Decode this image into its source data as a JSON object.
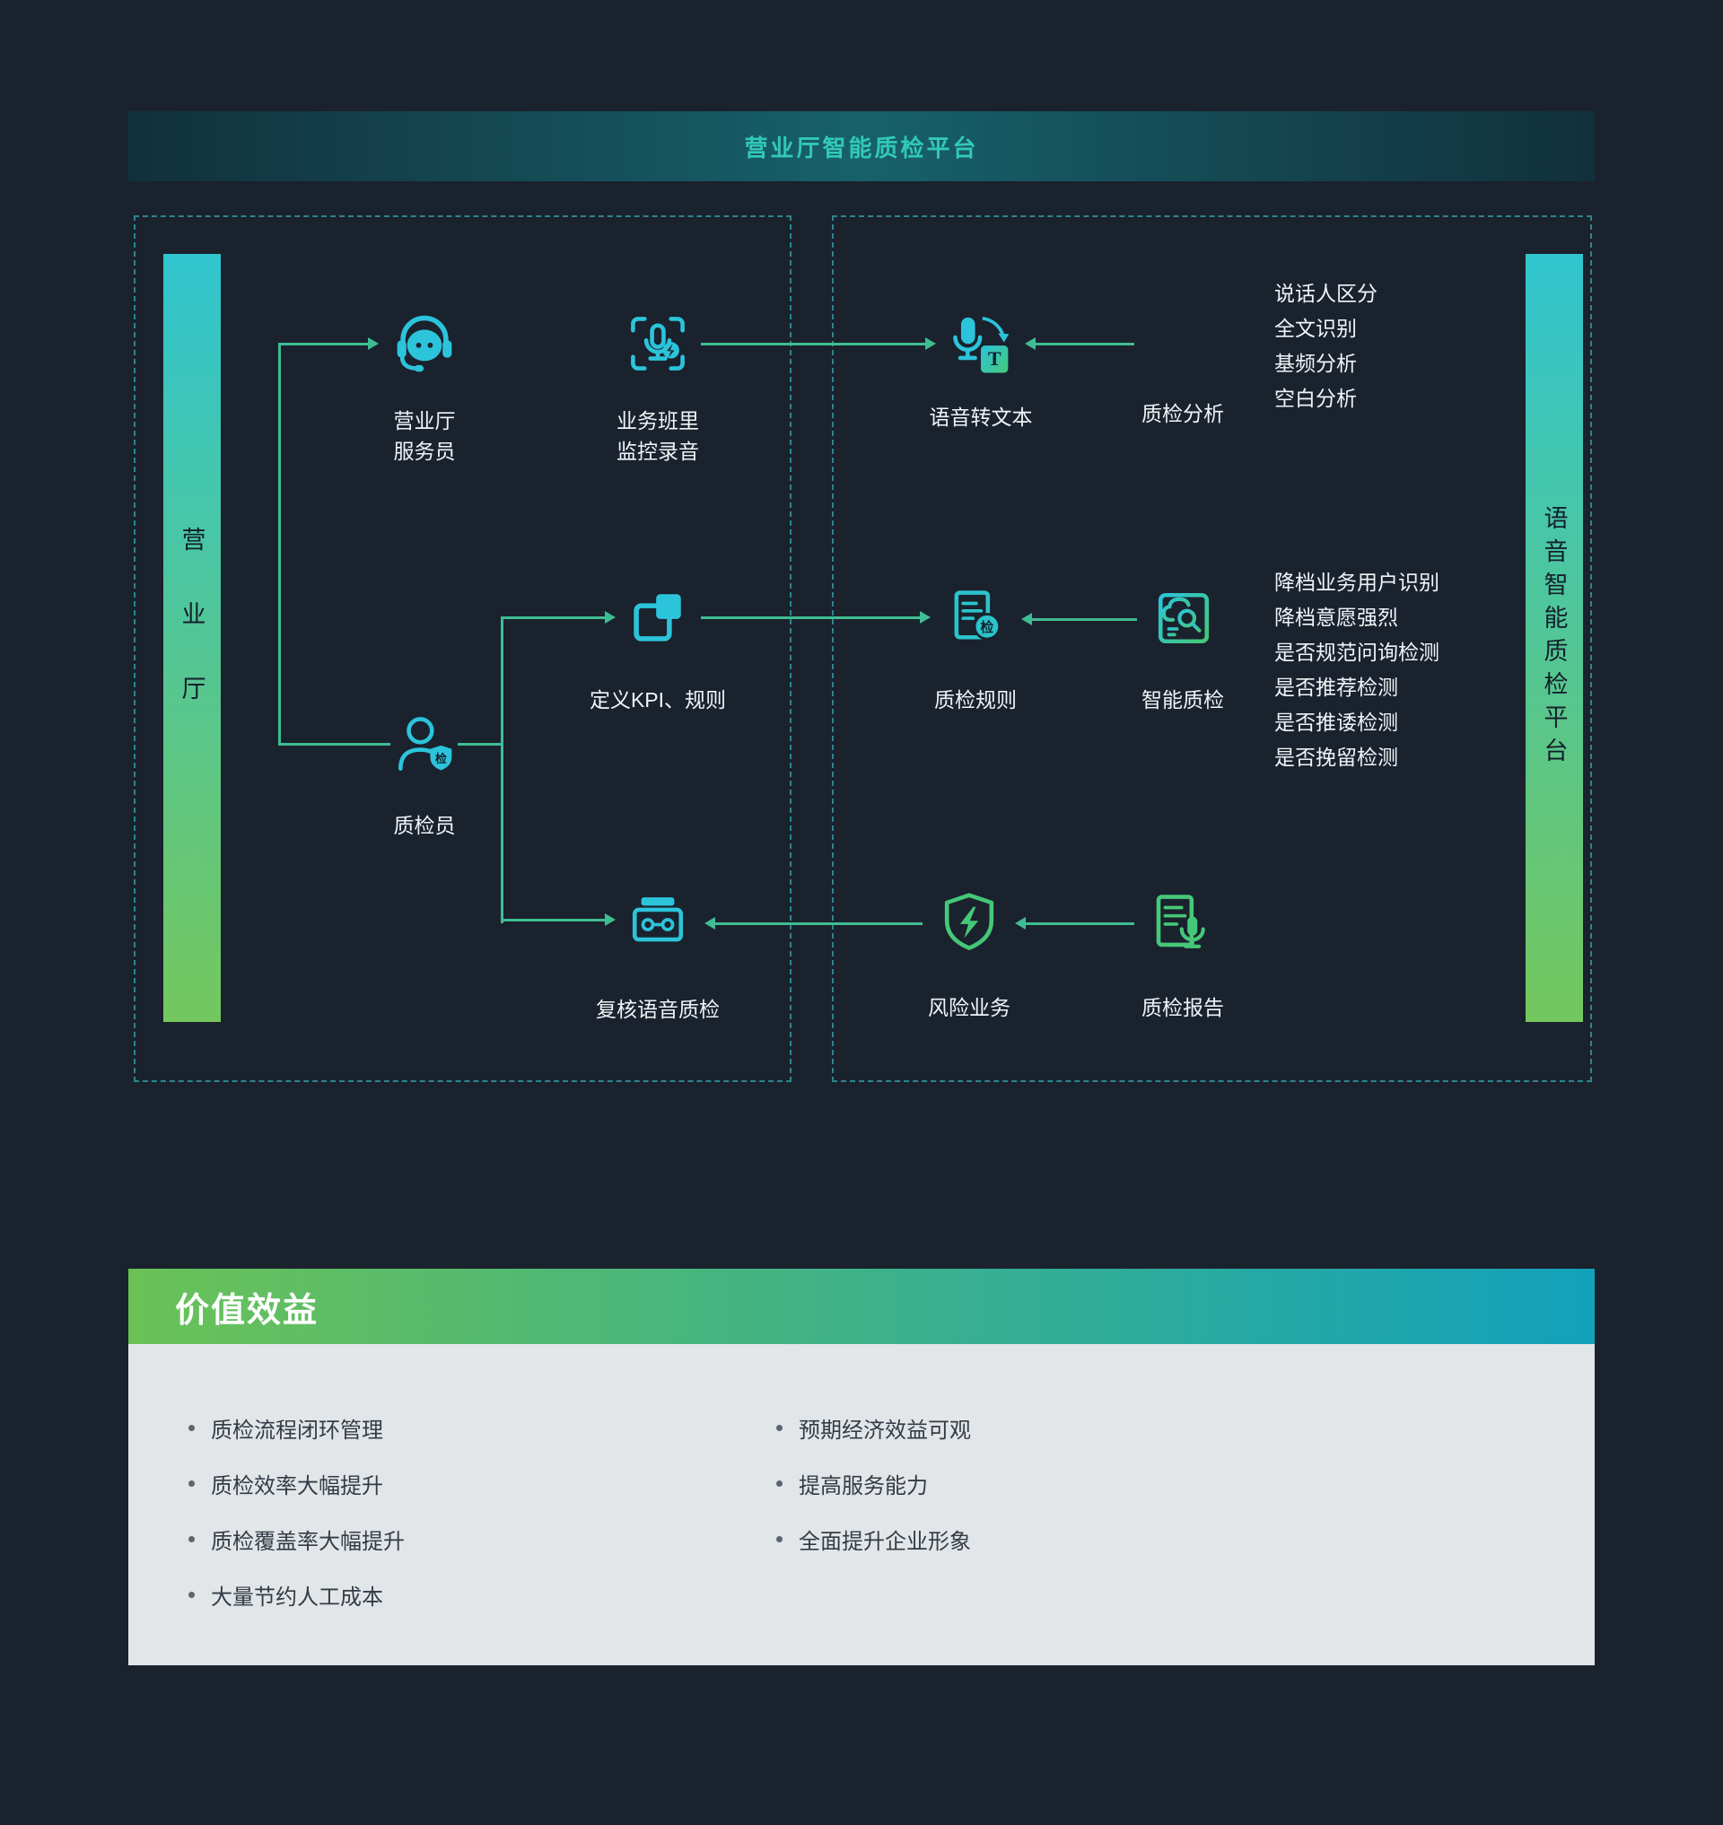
{
  "header": {
    "title": "营业厅智能质检平台"
  },
  "panels": {
    "left_bar": "营业厅",
    "right_bar": "语音智能质检平台"
  },
  "nodes": {
    "agent": {
      "line1": "营业厅",
      "line2": "服务员"
    },
    "monitor": {
      "line1": "业务班里",
      "line2": "监控录音"
    },
    "speech_to_text": {
      "label": "语音转文本"
    },
    "qc_analysis": {
      "label": "质检分析"
    },
    "kpi": {
      "label": "定义KPI、规则"
    },
    "qc_rules": {
      "label": "质检规则"
    },
    "smart_qc": {
      "label": "智能质检"
    },
    "inspector": {
      "label": "质检员"
    },
    "review": {
      "label": "复核语音质检"
    },
    "risk": {
      "label": "风险业务"
    },
    "report": {
      "label": "质检报告"
    }
  },
  "qc_analysis_features": [
    "说话人区分",
    "全文识别",
    "基频分析",
    "空白分析"
  ],
  "smart_qc_features": [
    "降档业务用户识别",
    "降档意愿强烈",
    "是否规范问询检测",
    "是否推荐检测",
    "是否推诿检测",
    "是否挽留检测"
  ],
  "benefits": {
    "title": "价值效益",
    "column1": [
      "质检流程闭环管理",
      "质检效率大幅提升",
      "质检覆盖率大幅提升",
      "大量节约人工成本"
    ],
    "column2": [
      "预期经济效益可观",
      "提高服务能力",
      "全面提升企业形象"
    ]
  },
  "glyphs": {
    "check_char": "检",
    "t_char": "T"
  },
  "colors": {
    "background": "#1a222e",
    "accent_cyan": "#2cc4da",
    "accent_teal": "#2ac4cc",
    "accent_green": "#45c878",
    "arrow": "#3fbd92",
    "bar_gradient_top": "#30c5cf",
    "bar_gradient_bottom": "#74c75e",
    "benefit_gradient_left": "#6ac257",
    "benefit_gradient_right": "#12a1bb",
    "panel_gray": "#e3e6e8"
  }
}
